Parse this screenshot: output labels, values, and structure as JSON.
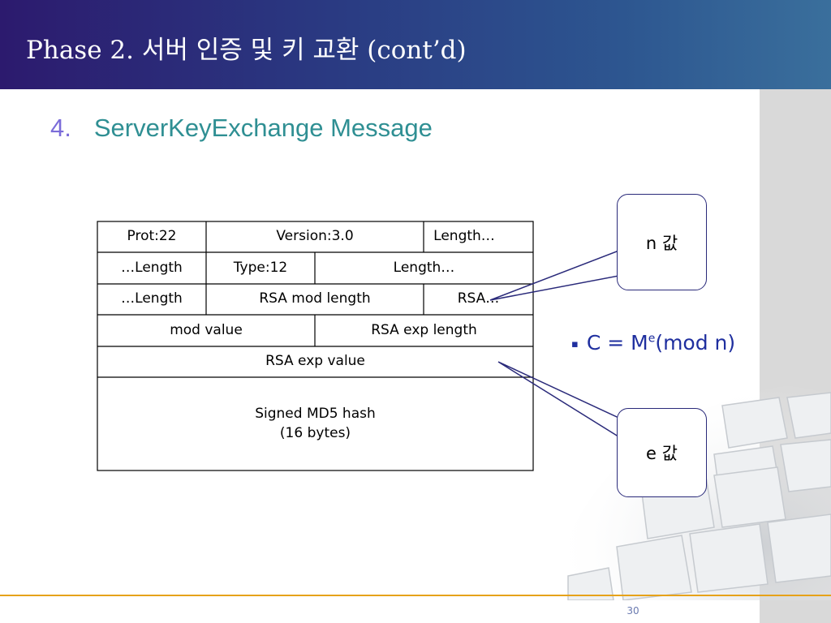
{
  "slide": {
    "title": "Phase 2. 서버 인증 및 키 교환 (cont’d)",
    "heading_number": "4.",
    "heading_text": "ServerKeyExchange Message",
    "page_number": "30"
  },
  "table": {
    "rows": [
      [
        "Prot:22",
        "Version:3.0",
        "Length…"
      ],
      [
        "…Length",
        "Type:12",
        "Length…"
      ],
      [
        "…Length",
        "RSA mod length",
        "RSA…"
      ],
      [
        "mod value",
        "RSA exp length"
      ],
      [
        "RSA exp value"
      ],
      [
        "Signed MD5 hash",
        "(16 bytes)"
      ]
    ]
  },
  "callouts": {
    "n_label": "n 값",
    "e_label": "e 값"
  },
  "formula": {
    "bullet": "▪",
    "prefix": "C = M",
    "exponent": "e",
    "suffix": "(mod n)"
  },
  "colors": {
    "header_start": "#2c1a6e",
    "header_end": "#3a6f9c",
    "heading_text": "#2f8f93",
    "heading_number": "#7b6cd9",
    "formula": "#1f2f9f",
    "callout_border": "#2a2a7a",
    "footer_line": "#e6a21a"
  }
}
